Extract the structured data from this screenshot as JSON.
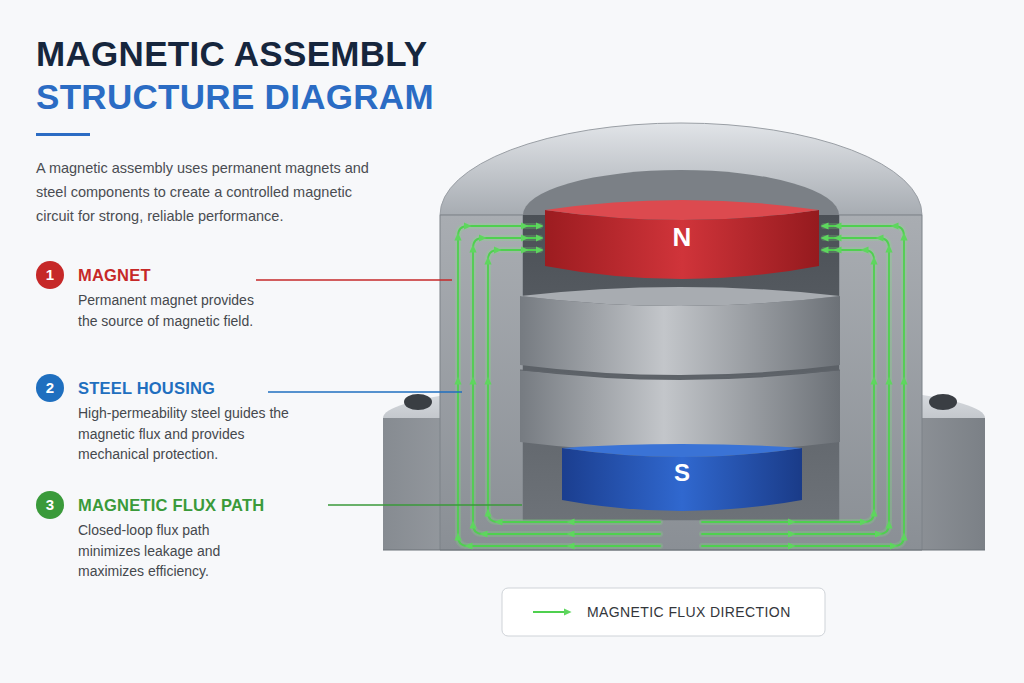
{
  "diagram": {
    "title": "MAGNETIC ASSEMBLY STRUCTURE DIAGRAM",
    "caption": "A magnetic assembly uses permanent magnets and steel components to create a controlled magnetic circuit for strong, reliable performance.",
    "nodes": [
      {
        "text": [
          "1",
          "MAGNET",
          "Permanent magnet provides the source of magnetic field."
        ]
      },
      {
        "text": [
          "2",
          "STEEL HOUSING",
          "High-permeability steel guides the magnetic flux and provides mechanical protection."
        ]
      },
      {
        "text": [
          "3",
          "MAGNETIC FLUX PATH",
          "Closed-loop flux path minimizes leakage and maximizes efficiency."
        ]
      },
      {
        "text": [
          "N"
        ]
      },
      {
        "text": [
          "S"
        ]
      }
    ],
    "legend": [
      {
        "text": "MAGNETIC FLUX DIRECTION"
      }
    ]
  }
}
